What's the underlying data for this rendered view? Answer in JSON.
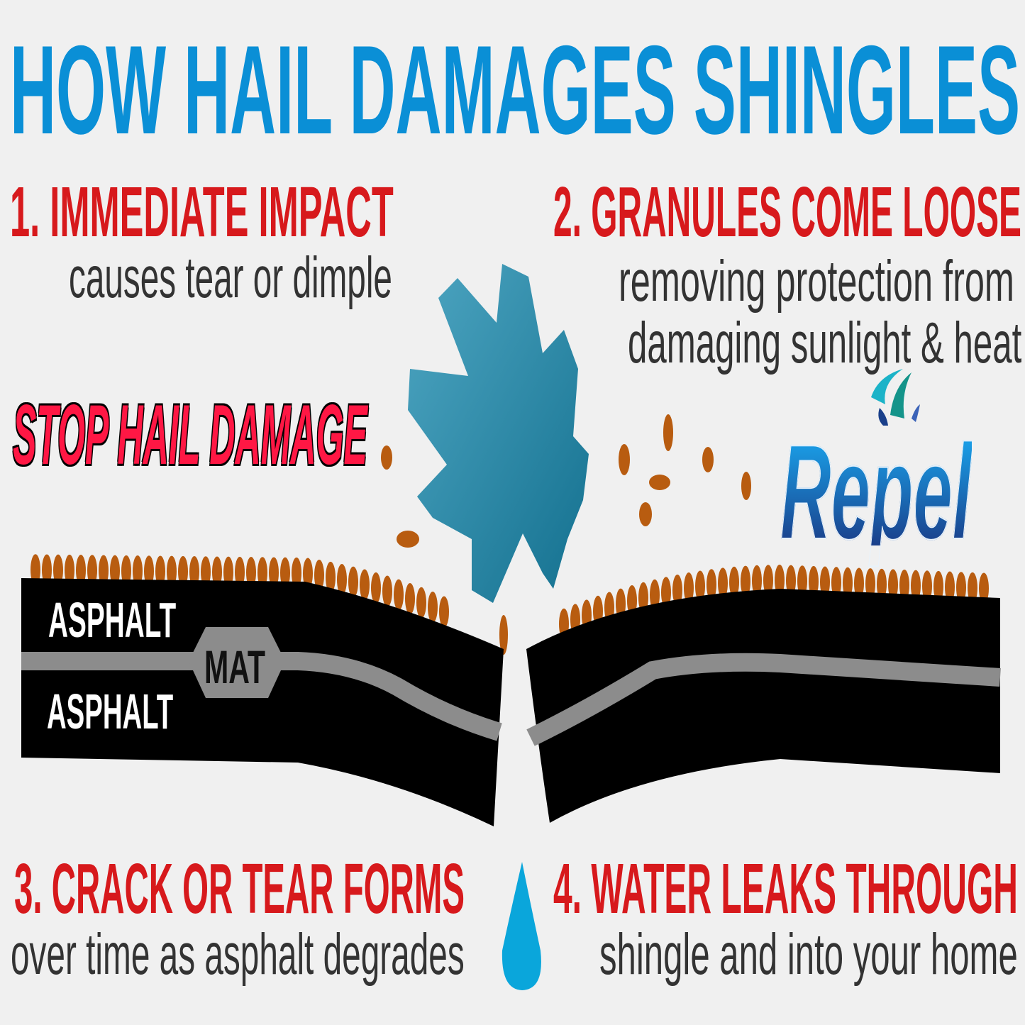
{
  "title": "HOW HAIL DAMAGES SHINGLES",
  "steps": [
    {
      "heading": "1. IMMEDIATE IMPACT",
      "lines": [
        "causes tear or dimple"
      ]
    },
    {
      "heading": "2. GRANULES COME LOOSE",
      "lines": [
        "removing protection from",
        "damaging sunlight & heat"
      ]
    },
    {
      "heading": "3. CRACK OR TEAR FORMS",
      "lines": [
        "over time as asphalt degrades"
      ]
    },
    {
      "heading": "4. WATER LEAKS THROUGH",
      "lines": [
        "shingle and into your home"
      ]
    }
  ],
  "layers": {
    "top": "ASPHALT",
    "middle": "MAT",
    "bottom": "ASPHALT"
  },
  "slogan": "STOP HAIL DAMAGE",
  "brand": "Repel",
  "colors": {
    "title": "#0a8fd6",
    "heading": "#d7191c",
    "body": "#333333",
    "hail": "#2a8aab",
    "granule": "#b85c10",
    "asphalt": "#000000",
    "mat": "#8c8c8c",
    "water": "#0aa6db",
    "slogan": "#ff1744",
    "brand": "#1a6fc0"
  }
}
